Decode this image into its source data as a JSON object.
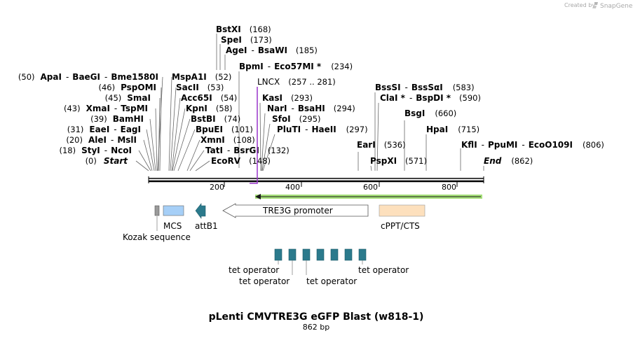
{
  "branding": {
    "created_by": "Created by",
    "app": "SnapGene"
  },
  "title": "pLenti CMVTRE3G eGFP Blast (w818-1)",
  "length_label": "862 bp",
  "axis_ticks": [
    "200",
    "400",
    "600",
    "800"
  ],
  "sites": [
    {
      "pre": "",
      "name": "BstXI",
      "pos": "(168)",
      "tail": ""
    },
    {
      "pre": "",
      "name": "SpeI",
      "pos": "(173)",
      "tail": ""
    },
    {
      "pre": "",
      "name": "AgeI",
      "name2": "BsaWI",
      "pos": "(185)"
    },
    {
      "pre": "",
      "name": "BpmI",
      "name2": "Eco57MI *",
      "pos": "(234)"
    },
    {
      "pre": "(50)",
      "name": "ApaI",
      "name2": "BaeGI",
      "name3": "Bme1580I"
    },
    {
      "pre": "",
      "name": "MspA1I",
      "pos": "(52)"
    },
    {
      "pre": "(46)",
      "name": "PspOMI"
    },
    {
      "pre": "",
      "name": "SacII",
      "pos": "(53)"
    },
    {
      "pre": "(45)",
      "name": "SmaI"
    },
    {
      "pre": "",
      "name": "Acc65I",
      "pos": "(54)"
    },
    {
      "pre": "(43)",
      "name": "XmaI",
      "name2": "TspMI"
    },
    {
      "pre": "",
      "name": "KpnI",
      "pos": "(58)"
    },
    {
      "pre": "(39)",
      "name": "BamHI"
    },
    {
      "pre": "",
      "name": "BstBI",
      "pos": "(74)"
    },
    {
      "pre": "(31)",
      "name": "EaeI",
      "name2": "EagI"
    },
    {
      "pre": "",
      "name": "BpuEI",
      "pos": "(101)"
    },
    {
      "pre": "(20)",
      "name": "AleI",
      "name2": "MslI"
    },
    {
      "pre": "",
      "name": "XmnI",
      "pos": "(108)"
    },
    {
      "pre": "(18)",
      "name": "StyI",
      "name2": "NcoI"
    },
    {
      "pre": "",
      "name": "TatI",
      "name2": "BsrGI",
      "pos": "(132)"
    },
    {
      "pre": "(0)",
      "name": "Start"
    },
    {
      "pre": "",
      "name": "EcoRV",
      "pos": "(148)"
    },
    {
      "pre": "",
      "name": "KasI",
      "pos": "(293)"
    },
    {
      "pre": "",
      "name": "NarI",
      "name2": "BsaHI",
      "pos": "(294)"
    },
    {
      "pre": "",
      "name": "SfoI",
      "pos": "(295)"
    },
    {
      "pre": "",
      "name": "PluTI",
      "name2": "HaeII",
      "pos": "(297)"
    },
    {
      "pre": "",
      "name": "BssSI",
      "name2": "BssSαI",
      "pos": "(583)"
    },
    {
      "pre": "",
      "name": "ClaI *",
      "name2": "BspDI *",
      "pos": "(590)"
    },
    {
      "pre": "",
      "name": "BsgI",
      "pos": "(660)"
    },
    {
      "pre": "",
      "name": "HpaI",
      "pos": "(715)"
    },
    {
      "pre": "",
      "name": "EarI",
      "pos": "(536)"
    },
    {
      "pre": "",
      "name": "KflI",
      "name2": "PpuMI",
      "name3": "EcoO109I",
      "pos": "(806)"
    },
    {
      "pre": "",
      "name": "PspXI",
      "pos": "(571)"
    },
    {
      "pre": "",
      "name": "End",
      "pos": "(862)"
    }
  ],
  "primer": {
    "name": "LNCX",
    "range": "(257 .. 281)",
    "color": "#9933cc"
  },
  "features": {
    "mcs": "MCS",
    "kozak": "Kozak sequence",
    "attb1": "attB1",
    "tre3g": "TRE3G promoter",
    "cppt": "cPPT/CTS",
    "tet_operators": [
      "tet operator",
      "tet operator",
      "tet operator",
      "tet operator"
    ]
  },
  "colors": {
    "mcs": "#a6cff7",
    "attb1": "#2b7a8c",
    "cppt": "#fde0bd",
    "tet_operator": "#2b7a8c",
    "kozak": "#9a9a9a",
    "egfp_bar": "#a6e07a",
    "primer": "#9933cc"
  }
}
